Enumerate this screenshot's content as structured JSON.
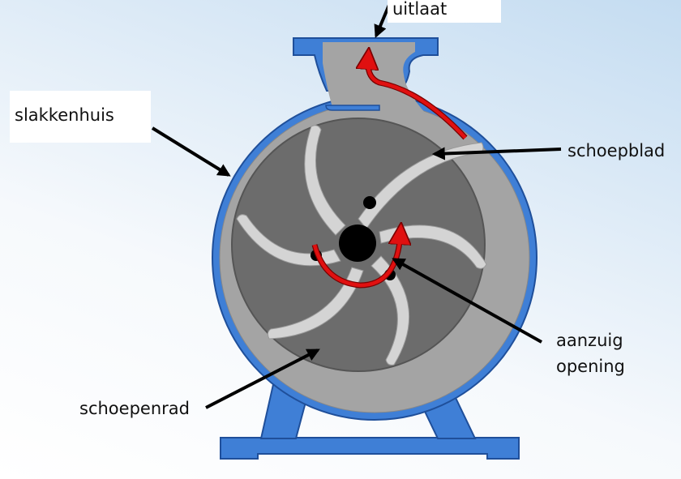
{
  "labels": {
    "outlet": "uitlaat",
    "volute": "slakkenhuis",
    "blade": "schoepblad",
    "inlet_line1": "aanzuig",
    "inlet_line2": "opening",
    "impeller": "schoepenrad"
  },
  "colors": {
    "frame_blue": "#3f7fd6",
    "frame_stroke": "#1f4f9a",
    "casing_grey": "#a4a4a4",
    "impeller_grey": "#6c6c6c",
    "blade_light": "#d4d4d4",
    "flow_arrow": "#e01010",
    "pointer_arrow": "#000000"
  }
}
